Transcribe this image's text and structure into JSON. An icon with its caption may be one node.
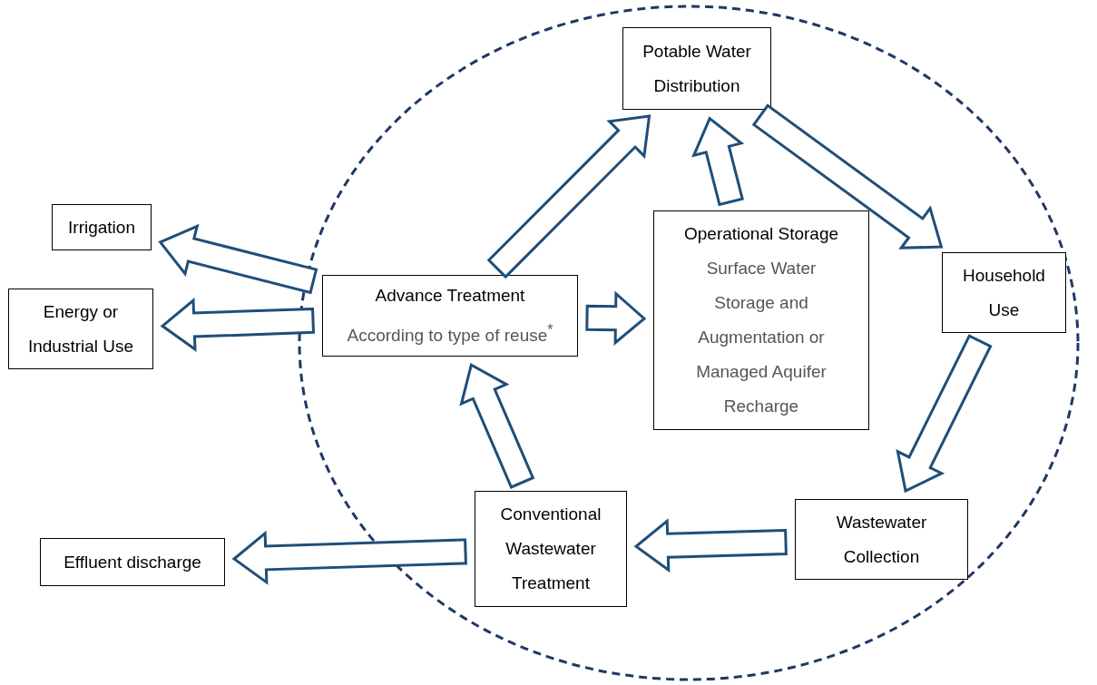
{
  "diagram": {
    "nodes": [
      {
        "text": [],
        "shape": "ellipse"
      },
      {
        "text": [
          "Potable Water Distribution"
        ],
        "in": 0
      },
      {
        "text": [
          "Household Use"
        ],
        "in": 0
      },
      {
        "text": [
          "Wastewater Collection"
        ],
        "in": 0
      },
      {
        "text": [
          "Conventional Wastewater Treatment"
        ],
        "in": 0
      },
      {
        "text": [
          "Advance Treatment",
          "According to type of reuse$^{*}$"
        ],
        "in": 0
      },
      {
        "text": [
          "Operational Storage",
          "Surface Water Storage and Augmentation or Managed Aquifer Recharge"
        ],
        "in": 0
      },
      {
        "text": [
          "Irrigation"
        ]
      },
      {
        "text": [
          "Energy or Industrial Use"
        ]
      },
      {
        "text": [
          "Effluent discharge"
        ]
      }
    ],
    "edges": [
      {
        "from": 5,
        "to": 1,
        "arrow": "to"
      },
      {
        "from": 6,
        "to": 1,
        "arrow": "to"
      },
      {
        "from": 1,
        "to": 2,
        "arrow": "to"
      },
      {
        "from": 2,
        "to": 3,
        "arrow": "to"
      },
      {
        "from": 3,
        "to": 4,
        "arrow": "to"
      },
      {
        "from": 4,
        "to": 5,
        "arrow": "to"
      },
      {
        "from": 5,
        "to": 6,
        "arrow": "to"
      },
      {
        "from": 5,
        "to": 7,
        "arrow": "to"
      },
      {
        "from": 5,
        "to": 8,
        "arrow": "to"
      },
      {
        "from": 4,
        "to": 9,
        "arrow": "to"
      }
    ]
  }
}
